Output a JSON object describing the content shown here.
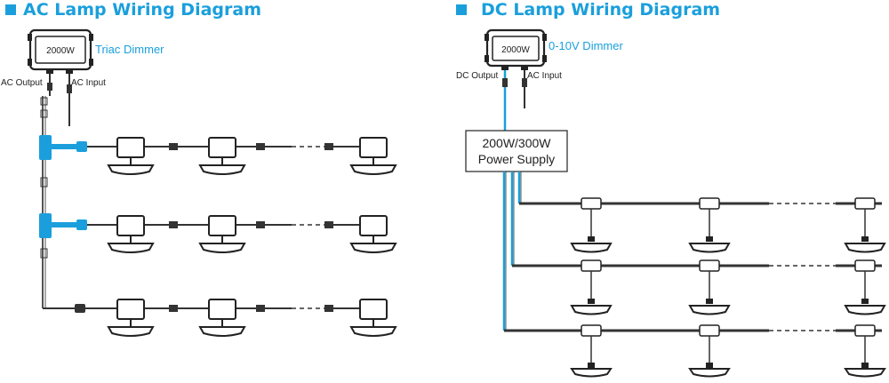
{
  "ac": {
    "title": "AC Lamp Wiring Diagram",
    "dimmer_rating": "2000W",
    "dimmer_label": "Triac Dimmer",
    "output_label": "AC Output",
    "input_label": "AC Input"
  },
  "dc": {
    "title": "DC Lamp Wiring Diagram",
    "dimmer_rating": "2000W",
    "dimmer_label": "0-10V Dimmer",
    "output_label": "DC Output",
    "input_label": "AC Input",
    "supply_line1": "200W/300W",
    "supply_line2": "Power Supply"
  },
  "colors": {
    "accent": "#1a9fdc",
    "wire": "#333333",
    "outline": "#222222"
  },
  "icons": {
    "section_marker": "square-bullet-icon",
    "dimmer": "dimmer-controller-icon",
    "lamp": "ceiling-lamp-icon"
  }
}
